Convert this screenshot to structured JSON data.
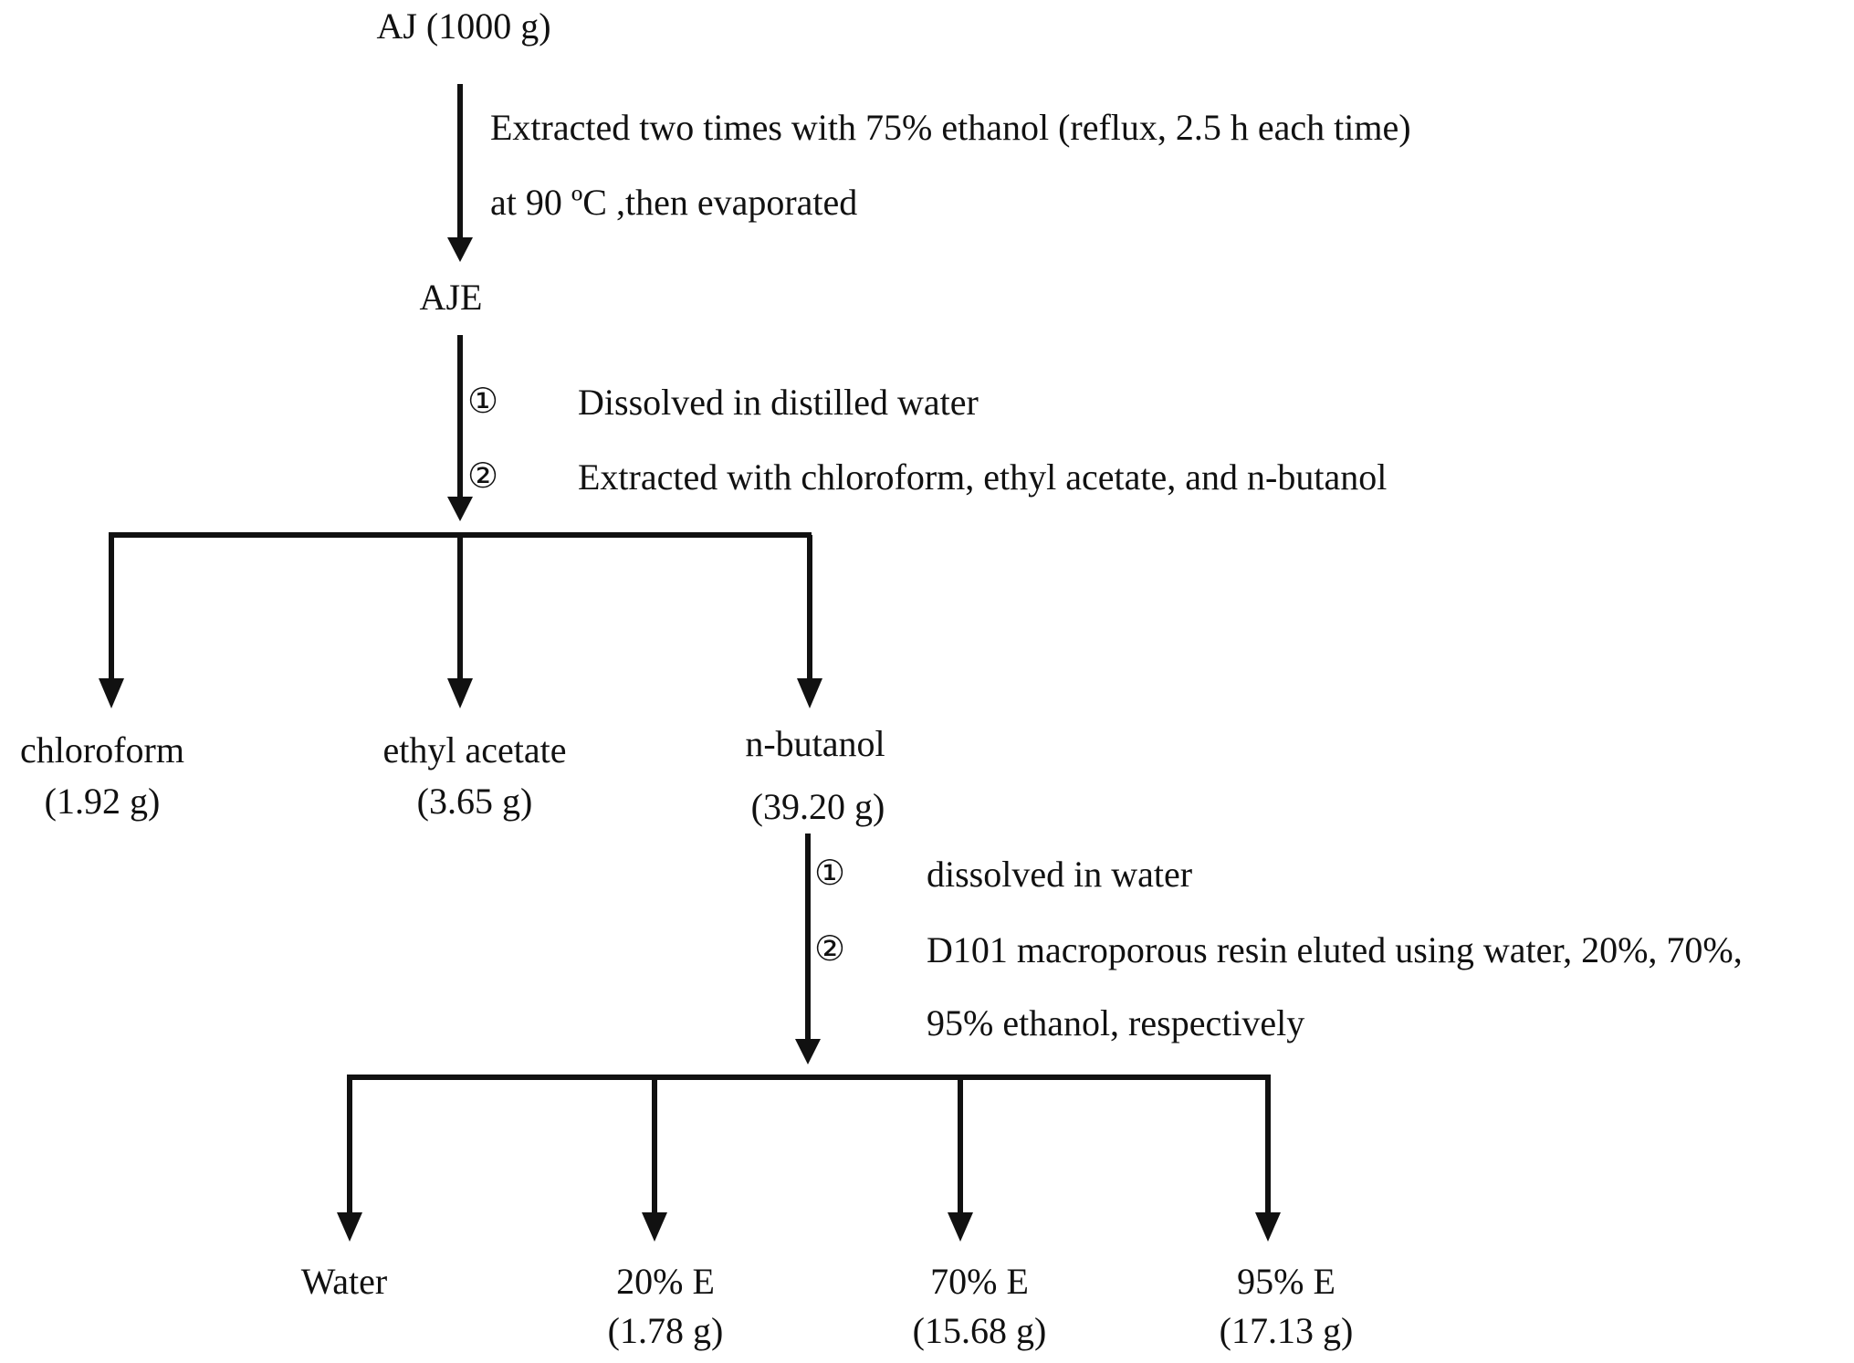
{
  "start": {
    "label": "AJ (1000 g)"
  },
  "step1": {
    "line1": "Extracted two times with 75% ethanol (reflux, 2.5 h each time)",
    "line2": "at 90 ºC ,then evaporated"
  },
  "extract": {
    "label": "AJE"
  },
  "step2": {
    "marker1": "①",
    "text1": "Dissolved in distilled water",
    "marker2": "②",
    "text2": "Extracted with chloroform, ethyl acetate, and n-butanol"
  },
  "fractions": [
    {
      "name": "chloroform",
      "mass": "(1.92 g)"
    },
    {
      "name": "ethyl acetate",
      "mass": "(3.65 g)"
    },
    {
      "name": "n-butanol",
      "mass": "(39.20 g)"
    }
  ],
  "step3": {
    "marker1": "①",
    "text1": "dissolved in water",
    "marker2": "②",
    "text2_line1": "D101 macroporous resin eluted using water, 20%, 70%,",
    "text2_line2": "95% ethanol, respectively"
  },
  "eluates": [
    {
      "name": "Water",
      "mass": ""
    },
    {
      "name": "20% E",
      "mass": "(1.78 g)"
    },
    {
      "name": "70% E",
      "mass": "(15.68 g)"
    },
    {
      "name": "95% E",
      "mass": "(17.13 g)"
    }
  ],
  "colors": {
    "ink": "#111111",
    "background": "#ffffff"
  }
}
